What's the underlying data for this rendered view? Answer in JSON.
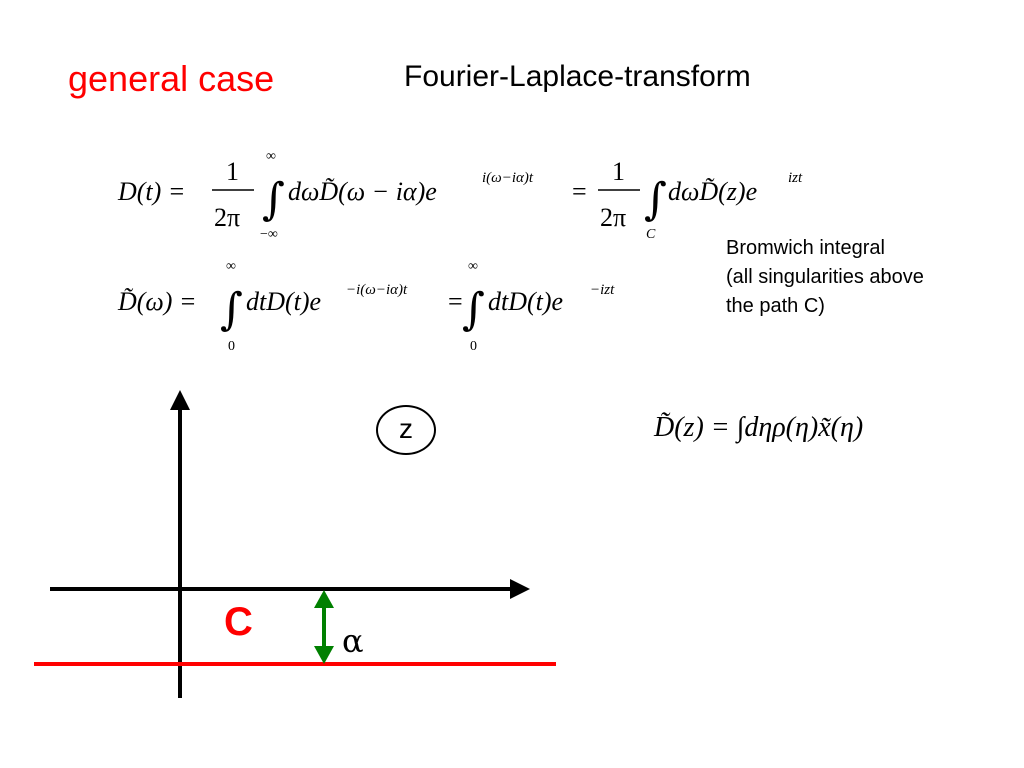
{
  "slide": {
    "title_left": "general case",
    "title_right": "Fourier-Laplace-transform",
    "note": {
      "line1": "Bromwich integral",
      "line2": "(all singularities above",
      "line3": "the path C)"
    },
    "equations": {
      "eq1_lhs": "D(t) =",
      "eq1_frac1_num": "1",
      "eq1_frac1_den": "2π",
      "eq1_int_upper": "∞",
      "eq1_int_lower": "−∞",
      "eq1_integrand": "dωD̃(ω − iα)e",
      "eq1_exp": "i(ω−iα)t",
      "eq1_eq2": "=",
      "eq1_frac2_num": "1",
      "eq1_frac2_den": "2π",
      "eq1_int2_lower": "C",
      "eq1_integrand2": "dωD̃(z)e",
      "eq1_exp2": "izt",
      "eq2_lhs": "D̃(ω) =",
      "eq2_int_upper": "∞",
      "eq2_int_lower": "0",
      "eq2_integrand": "dtD(t)e",
      "eq2_exp": "−i(ω−iα)t",
      "eq2_eq2": "=",
      "eq2_int2_upper": "∞",
      "eq2_int2_lower": "0",
      "eq2_integrand2": "dtD(t)e",
      "eq2_exp2": "−izt",
      "eq3": "D̃(z) = ∫dηρ(η)x̃(η)"
    },
    "diagram": {
      "plane_label": "z",
      "contour_label": "C",
      "shift_label": "α",
      "colors": {
        "axes": "#000000",
        "contour": "#ff0000",
        "shift_arrow": "#008000"
      }
    }
  }
}
